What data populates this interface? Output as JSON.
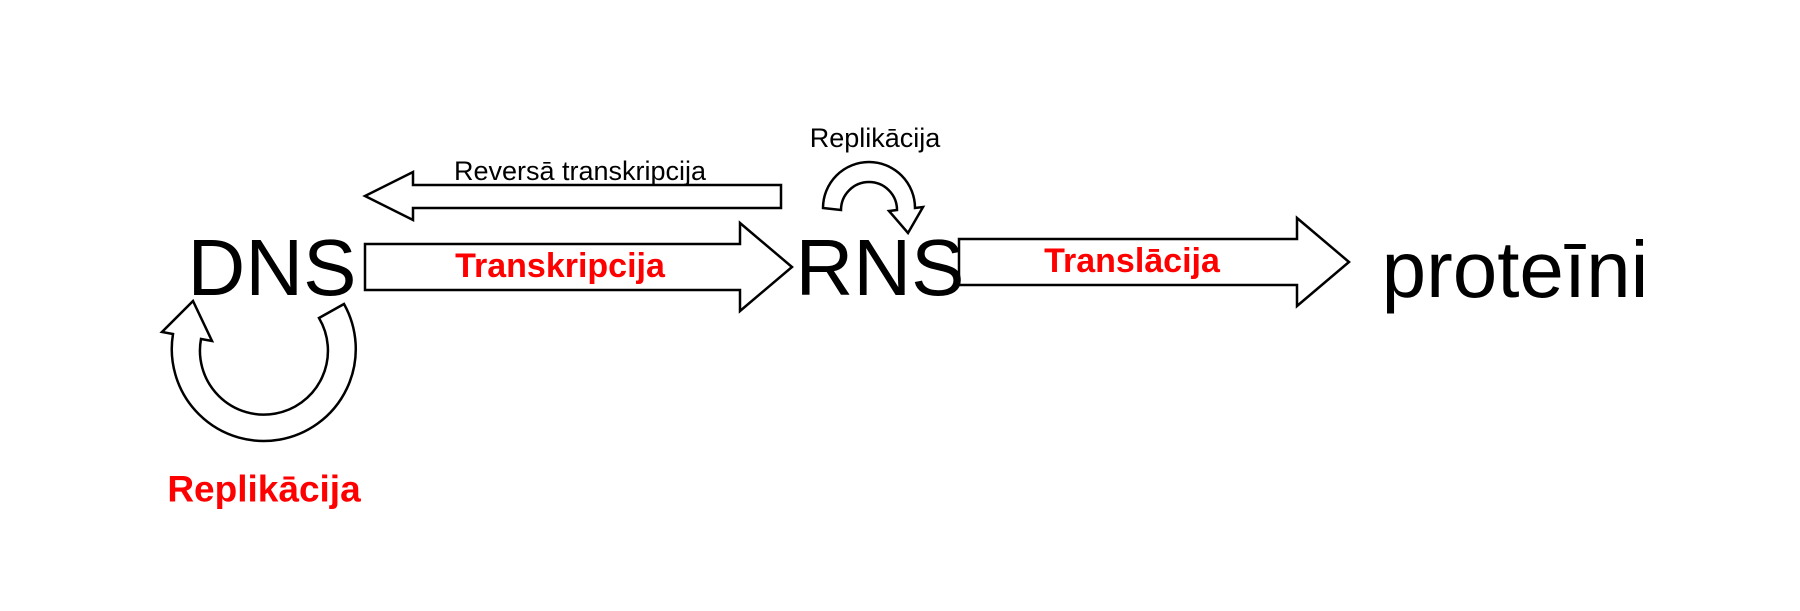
{
  "diagram": {
    "nodes": {
      "dns": "DNS",
      "rns": "RNS",
      "protein": "proteīni"
    },
    "processes": {
      "transcription": "Transkripcija",
      "translation": "Translācija",
      "reverse_transcription": "Reversā transkripcija",
      "rna_replication": "Replikācija",
      "dna_replication": "Replikācija"
    },
    "colors": {
      "process_highlight": "#ff0000",
      "text": "#000000",
      "background": "#ffffff",
      "arrow_outline": "#000000",
      "arrow_fill": "#ffffff"
    }
  }
}
